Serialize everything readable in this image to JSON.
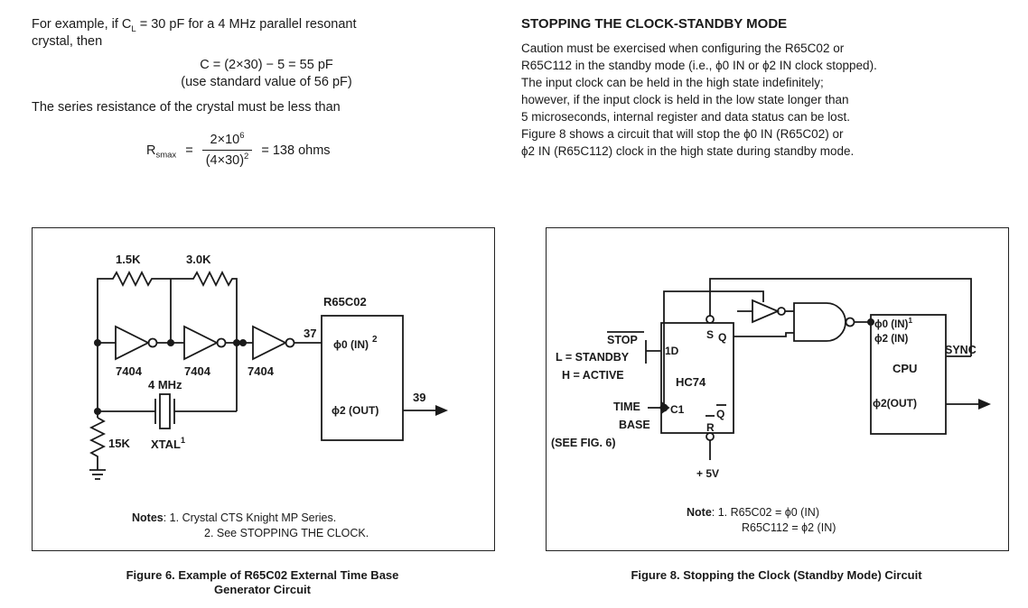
{
  "left": {
    "para1_a": "For example, if C",
    "para1_sub": "L",
    "para1_b": " = 30 pF for a 4 MHz parallel resonant",
    "para1_c": "crystal, then",
    "eq1_line1": "C = (2×30) − 5 = 55 pF",
    "eq1_line2": "(use standard value of 56 pF)",
    "para2": "The series resistance of the crystal must be less than",
    "eq2_R": "R",
    "eq2_sub": "smax",
    "eq2_eq": "=",
    "eq2_num": "2×10",
    "eq2_num_exp": "6",
    "eq2_den": "(4×30)",
    "eq2_den_exp": "2",
    "eq2_result": "= 138 ohms"
  },
  "right": {
    "heading": "STOPPING THE CLOCK-STANDBY MODE",
    "para_lines": [
      "Caution must be exercised when configuring the R65C02 or",
      "R65C112 in the standby mode (i.e., ϕ0 IN or ϕ2 IN clock stopped).",
      "The input clock can be held in the high state indefinitely;",
      "however, if the input clock is held in the low state longer than",
      "5 microseconds, internal register and data status can be lost.",
      "Figure 8 shows a circuit that will stop the ϕ0 IN (R65C02) or",
      "ϕ2 IN (R65C112) clock in the high state during standby mode."
    ]
  },
  "fig6": {
    "r1": "1.5K",
    "r2": "3.0K",
    "chip": "R65C02",
    "inv1": "7404",
    "inv2": "7404",
    "inv3": "7404",
    "pin37": "37",
    "pin39": "39",
    "phi0_in": "ϕ0 (IN)",
    "phi0_sup": "2",
    "phi2_out": "ϕ2 (OUT)",
    "freq": "4 MHz",
    "xtal": "XTAL",
    "xtal_sup": "1",
    "r3": "15K",
    "notes_label": "Notes",
    "note1": ": 1. Crystal CTS Knight MP Series.",
    "note2": "2. See STOPPING THE CLOCK.",
    "caption_line1": "Figure 6. Example of R65C02 External Time Base",
    "caption_line2": "Generator Circuit"
  },
  "fig8": {
    "stop": "STOP",
    "l_standby": "L = STANDBY",
    "h_active": "H = ACTIVE",
    "time": "TIME",
    "base": "BASE",
    "see_fig": "(SEE FIG. 6)",
    "s": "S",
    "q": "Q",
    "d1": "1D",
    "hc74": "HC74",
    "c1": "C1",
    "r": "R",
    "qbar": "Q",
    "plus5v": "+ 5V",
    "phi0_in": "ϕ0 (IN)",
    "phi0_sup": "1",
    "phi2_in": "ϕ2 (IN)",
    "cpu": "CPU",
    "phi2_out": "ϕ2(OUT)",
    "sync": "SYNC",
    "note_label": "Note",
    "note1": ": 1. R65C02 = ϕ0 (IN)",
    "note2": "R65C112 = ϕ2 (IN)",
    "caption": "Figure 8. Stopping the Clock (Standby Mode) Circuit"
  }
}
